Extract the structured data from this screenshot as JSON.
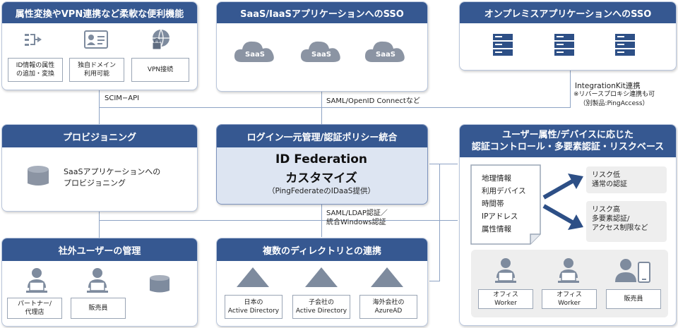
{
  "attr_panel": {
    "title": "属性変換やVPN連携など柔軟な便利機能",
    "items": [
      "ID情報の属性\nの追加・変換",
      "独自ドメイン\n利用可能",
      "VPN接続"
    ]
  },
  "saas_panel": {
    "title": "SaaS/IaaSアプリケーションへのSSO",
    "clouds": [
      "SaaS",
      "SaaS",
      "SaaS"
    ]
  },
  "onprem_panel": {
    "title": "オンプレミスアプリケーションへのSSO"
  },
  "labels": {
    "scim": "SCIM−API",
    "saml_oidc": "SAML/OpenID Connectなど",
    "integration_kit": "IntegrationKit連携",
    "integration_note": "※リバースプロキシ連携も可\n（別製品:PingAccess）",
    "saml_ldap": "SAML/LDAP認証／\n統合Windows認証"
  },
  "prov_panel": {
    "title": "プロビジョニング",
    "text": "SaaSアプリケーションへの\nプロビジョニング"
  },
  "center_panel": {
    "title": "ログイン一元管理/認証ポリシー統合",
    "main_line1": "ID Federation",
    "main_line2": "カスタマイズ",
    "sub": "（PingFederateのIDaaS提供）"
  },
  "risk_panel": {
    "title": "ユーザー属性/デバイスに応じた\n認証コントロール・多要素認証・リスクベース",
    "doc_items": [
      "地理情報",
      "利用デバイス",
      "時間帯",
      "IPアドレス",
      "属性情報"
    ],
    "low": "リスク低\n通常の認証",
    "high": "リスク高\n多要素認証/\nアクセス制限など",
    "users": [
      "オフィス\nWorker",
      "オフィス\nWorker",
      "販売員"
    ]
  },
  "ext_panel": {
    "title": "社外ユーザーの管理",
    "users": [
      "パートナー/\n代理店",
      "販売員"
    ]
  },
  "dir_panel": {
    "title": "複数のディレクトリとの連携",
    "items": [
      "日本の\nActive Directory",
      "子会社の\nActive Directory",
      "海外会社の\nAzureAD"
    ]
  },
  "colors": {
    "header": "#365891",
    "accent": "#2d4f86",
    "center_fill": "#dde5f2",
    "wire": "#8ea3c4"
  }
}
